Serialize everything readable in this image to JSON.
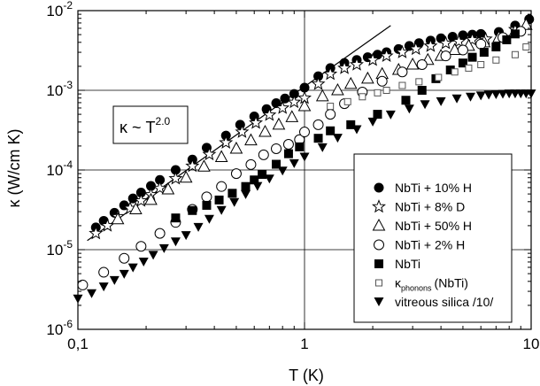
{
  "chart_data": {
    "type": "scatter",
    "title": "",
    "xlabel": "T (K)",
    "ylabel": "κ (W/cm K)",
    "x_scale": "log",
    "y_scale": "log",
    "xlim": [
      0.1,
      10
    ],
    "ylim": [
      1e-06,
      0.01
    ],
    "grid": "major lines at x=1 and y=1e-3, 1e-4, 1e-5",
    "legend_position": "bottom-right",
    "x_ticks": [
      {
        "value": 0.1,
        "label": "0,1"
      },
      {
        "value": 1,
        "label": "1"
      },
      {
        "value": 10,
        "label": "10"
      }
    ],
    "y_ticks": [
      {
        "value": 1e-06,
        "base": "10",
        "exp": "-6"
      },
      {
        "value": 1e-05,
        "base": "10",
        "exp": "-5"
      },
      {
        "value": 0.0001,
        "base": "10",
        "exp": "-4"
      },
      {
        "value": 0.001,
        "base": "10",
        "exp": "-3"
      },
      {
        "value": 0.01,
        "base": "10",
        "exp": "-2"
      }
    ],
    "annotation": {
      "prefix": "κ ~ T",
      "exponent": "2.0"
    },
    "fit_line": {
      "x": [
        0.11,
        2.4
      ],
      "y": [
        1.3e-05,
        0.0065
      ]
    },
    "series": [
      {
        "name": "NbTi + 10% H",
        "marker": "filled-circle",
        "x": [
          0.12,
          0.13,
          0.145,
          0.16,
          0.175,
          0.19,
          0.21,
          0.23,
          0.27,
          0.32,
          0.37,
          0.45,
          0.52,
          0.6,
          0.68,
          0.75,
          0.82,
          0.9,
          1.0,
          1.15,
          1.3,
          1.5,
          1.7,
          1.9,
          2.1,
          2.3,
          2.6,
          2.9,
          3.2,
          3.6,
          4.0,
          4.5,
          5.0,
          5.5,
          6.0,
          7.2,
          8.5,
          9.8
        ],
        "y": [
          1.9e-05,
          2.3e-05,
          2.9e-05,
          3.6e-05,
          4.4e-05,
          5.2e-05,
          6.3e-05,
          7.5e-05,
          0.0001,
          0.000135,
          0.00019,
          0.00027,
          0.00037,
          0.00047,
          0.00058,
          0.00069,
          0.00079,
          0.0009,
          0.00108,
          0.0015,
          0.0019,
          0.0022,
          0.0024,
          0.0026,
          0.0028,
          0.003,
          0.0033,
          0.0036,
          0.0039,
          0.0042,
          0.0045,
          0.0047,
          0.0049,
          0.005,
          0.0051,
          0.0054,
          0.0065,
          0.0078
        ]
      },
      {
        "name": "NbTi +   8% D",
        "marker": "star",
        "x": [
          0.12,
          0.135,
          0.15,
          0.17,
          0.19,
          0.21,
          0.23,
          0.27,
          0.32,
          0.38,
          0.45,
          0.53,
          0.61,
          0.7,
          0.8,
          0.9,
          1.0,
          1.15,
          1.3,
          1.5,
          1.7,
          2.0,
          2.3,
          2.7,
          3.1,
          3.6,
          4.2,
          4.8,
          5.5,
          6.3,
          7.5,
          8.5
        ],
        "y": [
          1.6e-05,
          2e-05,
          2.6e-05,
          3.3e-05,
          4.1e-05,
          4.9e-05,
          5.9e-05,
          7.8e-05,
          0.000112,
          0.000157,
          0.00022,
          0.0003,
          0.00039,
          0.00049,
          0.0006,
          0.00071,
          0.0008,
          0.0012,
          0.0016,
          0.0019,
          0.0021,
          0.0024,
          0.0027,
          0.003,
          0.0033,
          0.0036,
          0.0039,
          0.0041,
          0.0043,
          0.0044,
          0.0046,
          0.0058
        ]
      },
      {
        "name": "NbTi + 50% H",
        "marker": "open-triangle",
        "x": [
          0.15,
          0.18,
          0.21,
          0.25,
          0.3,
          0.36,
          0.43,
          0.5,
          0.58,
          0.67,
          0.77,
          0.88,
          1.0,
          1.2,
          1.4,
          1.6,
          1.9,
          2.2,
          2.6,
          3.0,
          3.5,
          4.0,
          4.6,
          5.3,
          6.2,
          7.2,
          8.5,
          9.5
        ],
        "y": [
          2.4e-05,
          3.2e-05,
          4.2e-05,
          5.7e-05,
          8e-05,
          0.00011,
          0.000145,
          0.000185,
          0.000235,
          0.0003,
          0.00037,
          0.00046,
          0.00063,
          0.00084,
          0.001,
          0.0012,
          0.0014,
          0.0016,
          0.0018,
          0.0021,
          0.0024,
          0.0027,
          0.0032,
          0.0036,
          0.004,
          0.0046,
          0.0055,
          0.0066
        ]
      },
      {
        "name": "NbTi +   2% H",
        "marker": "open-circle",
        "x": [
          0.105,
          0.13,
          0.16,
          0.19,
          0.23,
          0.27,
          0.32,
          0.37,
          0.43,
          0.5,
          0.58,
          0.66,
          0.75,
          0.85,
          0.95,
          1.0,
          1.15,
          1.3,
          1.5,
          1.8,
          2.2,
          2.7,
          3.3,
          4.2,
          5.0,
          6.0,
          7.5,
          9.0
        ],
        "y": [
          3.6e-06,
          5.2e-06,
          7.8e-06,
          1.1e-05,
          1.6e-05,
          2.2e-05,
          3.2e-05,
          4.6e-05,
          6.2e-05,
          9e-05,
          0.000117,
          0.000155,
          0.000185,
          0.00021,
          0.00024,
          0.0003,
          0.00037,
          0.0005,
          0.00068,
          0.00095,
          0.0013,
          0.0017,
          0.0021,
          0.0027,
          0.0032,
          0.0038,
          0.0046,
          0.0055
        ]
      },
      {
        "name": "NbTi",
        "marker": "filled-square",
        "x": [
          0.27,
          0.32,
          0.37,
          0.42,
          0.48,
          0.55,
          0.6,
          0.65,
          0.75,
          0.85,
          0.95,
          1.15,
          1.3,
          1.6,
          2.1,
          2.8,
          3.3,
          3.8,
          4.4,
          5.0,
          5.5,
          6.2,
          7.0,
          7.8,
          8.5
        ],
        "y": [
          2.5e-05,
          3.1e-05,
          3.6e-05,
          4.2e-05,
          5.1e-05,
          6.2e-05,
          7.5e-05,
          8.8e-05,
          0.000118,
          0.00016,
          0.000195,
          0.00025,
          0.00031,
          0.00037,
          0.0005,
          0.00075,
          0.001,
          0.0014,
          0.0018,
          0.0022,
          0.0026,
          0.003,
          0.0035,
          0.0043,
          0.0051
        ]
      },
      {
        "name": "κ",
        "name_sub": "phonons",
        "name_suffix": "(NbTi)",
        "marker": "open-square-small",
        "x": [
          1.3,
          1.55,
          1.8,
          2.1,
          2.3,
          2.7,
          3.2,
          3.9,
          4.6,
          5.3,
          6.0,
          7.0,
          8.5,
          9.5
        ],
        "y": [
          0.00063,
          0.00072,
          0.00083,
          0.00093,
          0.001,
          0.00115,
          0.00128,
          0.00145,
          0.0017,
          0.0019,
          0.0021,
          0.0024,
          0.0028,
          0.0035
        ]
      },
      {
        "name": "vitreous silica /10/",
        "marker": "filled-triangle-down",
        "x": [
          0.1,
          0.115,
          0.13,
          0.145,
          0.16,
          0.175,
          0.195,
          0.215,
          0.24,
          0.27,
          0.3,
          0.34,
          0.38,
          0.43,
          0.49,
          0.55,
          0.62,
          0.7,
          0.8,
          0.9,
          1.0,
          1.2,
          1.4,
          1.7,
          2.0,
          2.4,
          2.9,
          3.4,
          4.0,
          4.7,
          5.4,
          6.0,
          6.5,
          7.0,
          7.5,
          8.0,
          8.5,
          9.0,
          9.5,
          10.0
        ],
        "y": [
          2.4e-06,
          2.8e-06,
          3.4e-06,
          4.1e-06,
          4.9e-06,
          5.9e-06,
          7e-06,
          8.5e-06,
          1.03e-05,
          1.25e-05,
          1.5e-05,
          1.9e-05,
          2.4e-05,
          3.1e-05,
          3.9e-05,
          4.9e-05,
          6.2e-05,
          7.7e-05,
          9.7e-05,
          0.00012,
          0.000145,
          0.00019,
          0.00025,
          0.00032,
          0.0004,
          0.00049,
          0.00058,
          0.00066,
          0.00072,
          0.00078,
          0.00082,
          0.00085,
          0.00087,
          0.00088,
          0.00089,
          0.0009,
          0.0009,
          0.0009,
          0.0009,
          0.0009
        ]
      }
    ]
  }
}
